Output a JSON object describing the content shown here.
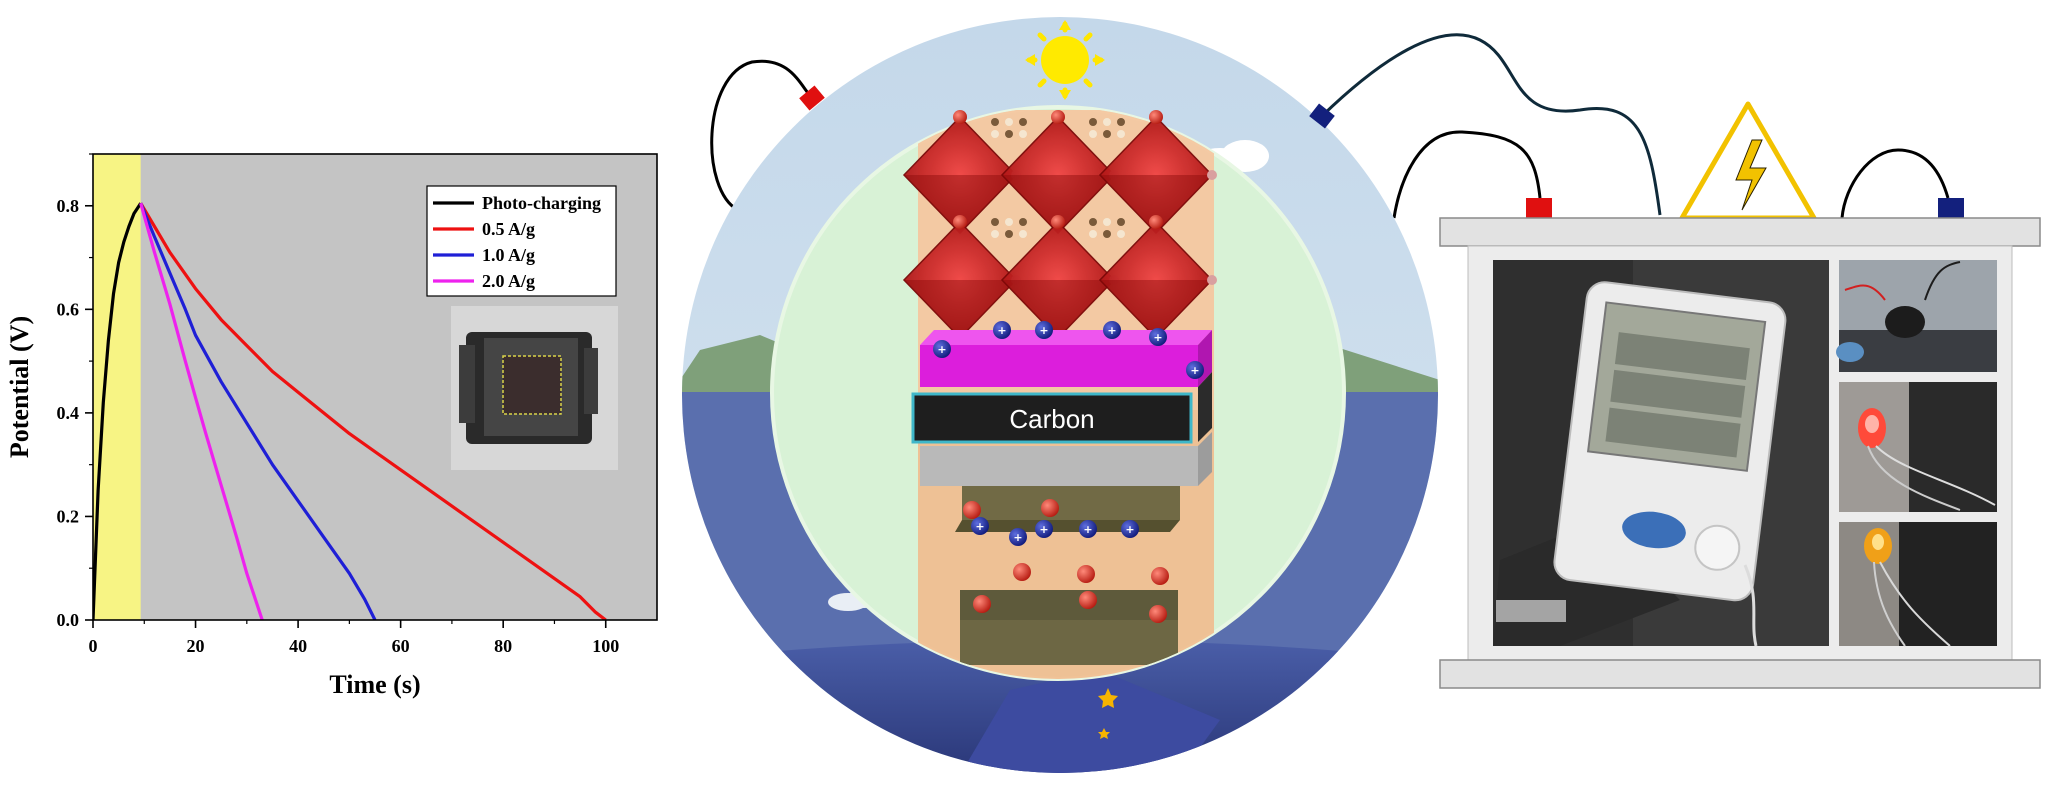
{
  "chart_data": {
    "type": "line",
    "title": "",
    "xlabel": "Time (s)",
    "ylabel": "Potential (V)",
    "xlim": [
      0,
      110
    ],
    "ylim": [
      0,
      0.9
    ],
    "x_ticks": [
      "0",
      "20",
      "40",
      "60",
      "80",
      "100"
    ],
    "x_tick_values": [
      0,
      20,
      40,
      60,
      80,
      100
    ],
    "y_ticks": [
      "0.0",
      "0.2",
      "0.4",
      "0.6",
      "0.8"
    ],
    "y_tick_values": [
      0,
      0.2,
      0.4,
      0.6,
      0.8
    ],
    "grid": false,
    "legend_position": "top-right",
    "photo_charging_region": [
      0,
      9.3
    ],
    "series": [
      {
        "name": "Photo-charging",
        "color": "#000000",
        "x": [
          0,
          1,
          2,
          3,
          4,
          5,
          6,
          7,
          8,
          9,
          9.3
        ],
        "y": [
          0.0,
          0.25,
          0.42,
          0.54,
          0.63,
          0.69,
          0.73,
          0.76,
          0.785,
          0.8,
          0.805
        ]
      },
      {
        "name": "0.5 A/g",
        "color": "#ee1111",
        "x": [
          9.3,
          12,
          15,
          20,
          25,
          30,
          35,
          40,
          50,
          60,
          70,
          80,
          90,
          95,
          98,
          100
        ],
        "y": [
          0.805,
          0.76,
          0.71,
          0.64,
          0.58,
          0.53,
          0.48,
          0.44,
          0.36,
          0.29,
          0.22,
          0.15,
          0.08,
          0.045,
          0.015,
          0.0
        ]
      },
      {
        "name": "1.0 A/g",
        "color": "#1f1fd6",
        "x": [
          9.3,
          12,
          15,
          18,
          20,
          25,
          30,
          35,
          40,
          45,
          50,
          53,
          55
        ],
        "y": [
          0.805,
          0.74,
          0.67,
          0.6,
          0.55,
          0.46,
          0.38,
          0.3,
          0.23,
          0.16,
          0.09,
          0.04,
          0.0
        ]
      },
      {
        "name": "2.0 A/g",
        "color": "#ee22ee",
        "x": [
          9.3,
          12,
          15,
          18,
          20,
          22,
          25,
          28,
          30,
          32,
          33
        ],
        "y": [
          0.805,
          0.71,
          0.61,
          0.5,
          0.43,
          0.36,
          0.26,
          0.16,
          0.09,
          0.03,
          0.0
        ]
      }
    ]
  },
  "diagram": {
    "layer_label": "Carbon",
    "colors": {
      "sky": "#c9dbeb",
      "night": "#2d3d80",
      "sea": "#5970ae",
      "inner_circle": "#d8f2d6",
      "perovskite": "#c61c1c",
      "pink_layer": "#dc1edc",
      "carbon_layer": "#1e1e1e",
      "terminal_red": "#e01010",
      "terminal_blue": "#13207d",
      "warning_yellow": "#f2c200"
    },
    "icons": [
      "sun-icon",
      "moon-icon",
      "star-icon",
      "warning-lightning-icon",
      "terminal-icon"
    ]
  },
  "device": {
    "photos": [
      "thermometer-display-photo",
      "buzzer-photo",
      "red-led-photo",
      "yellow-led-photo"
    ]
  }
}
